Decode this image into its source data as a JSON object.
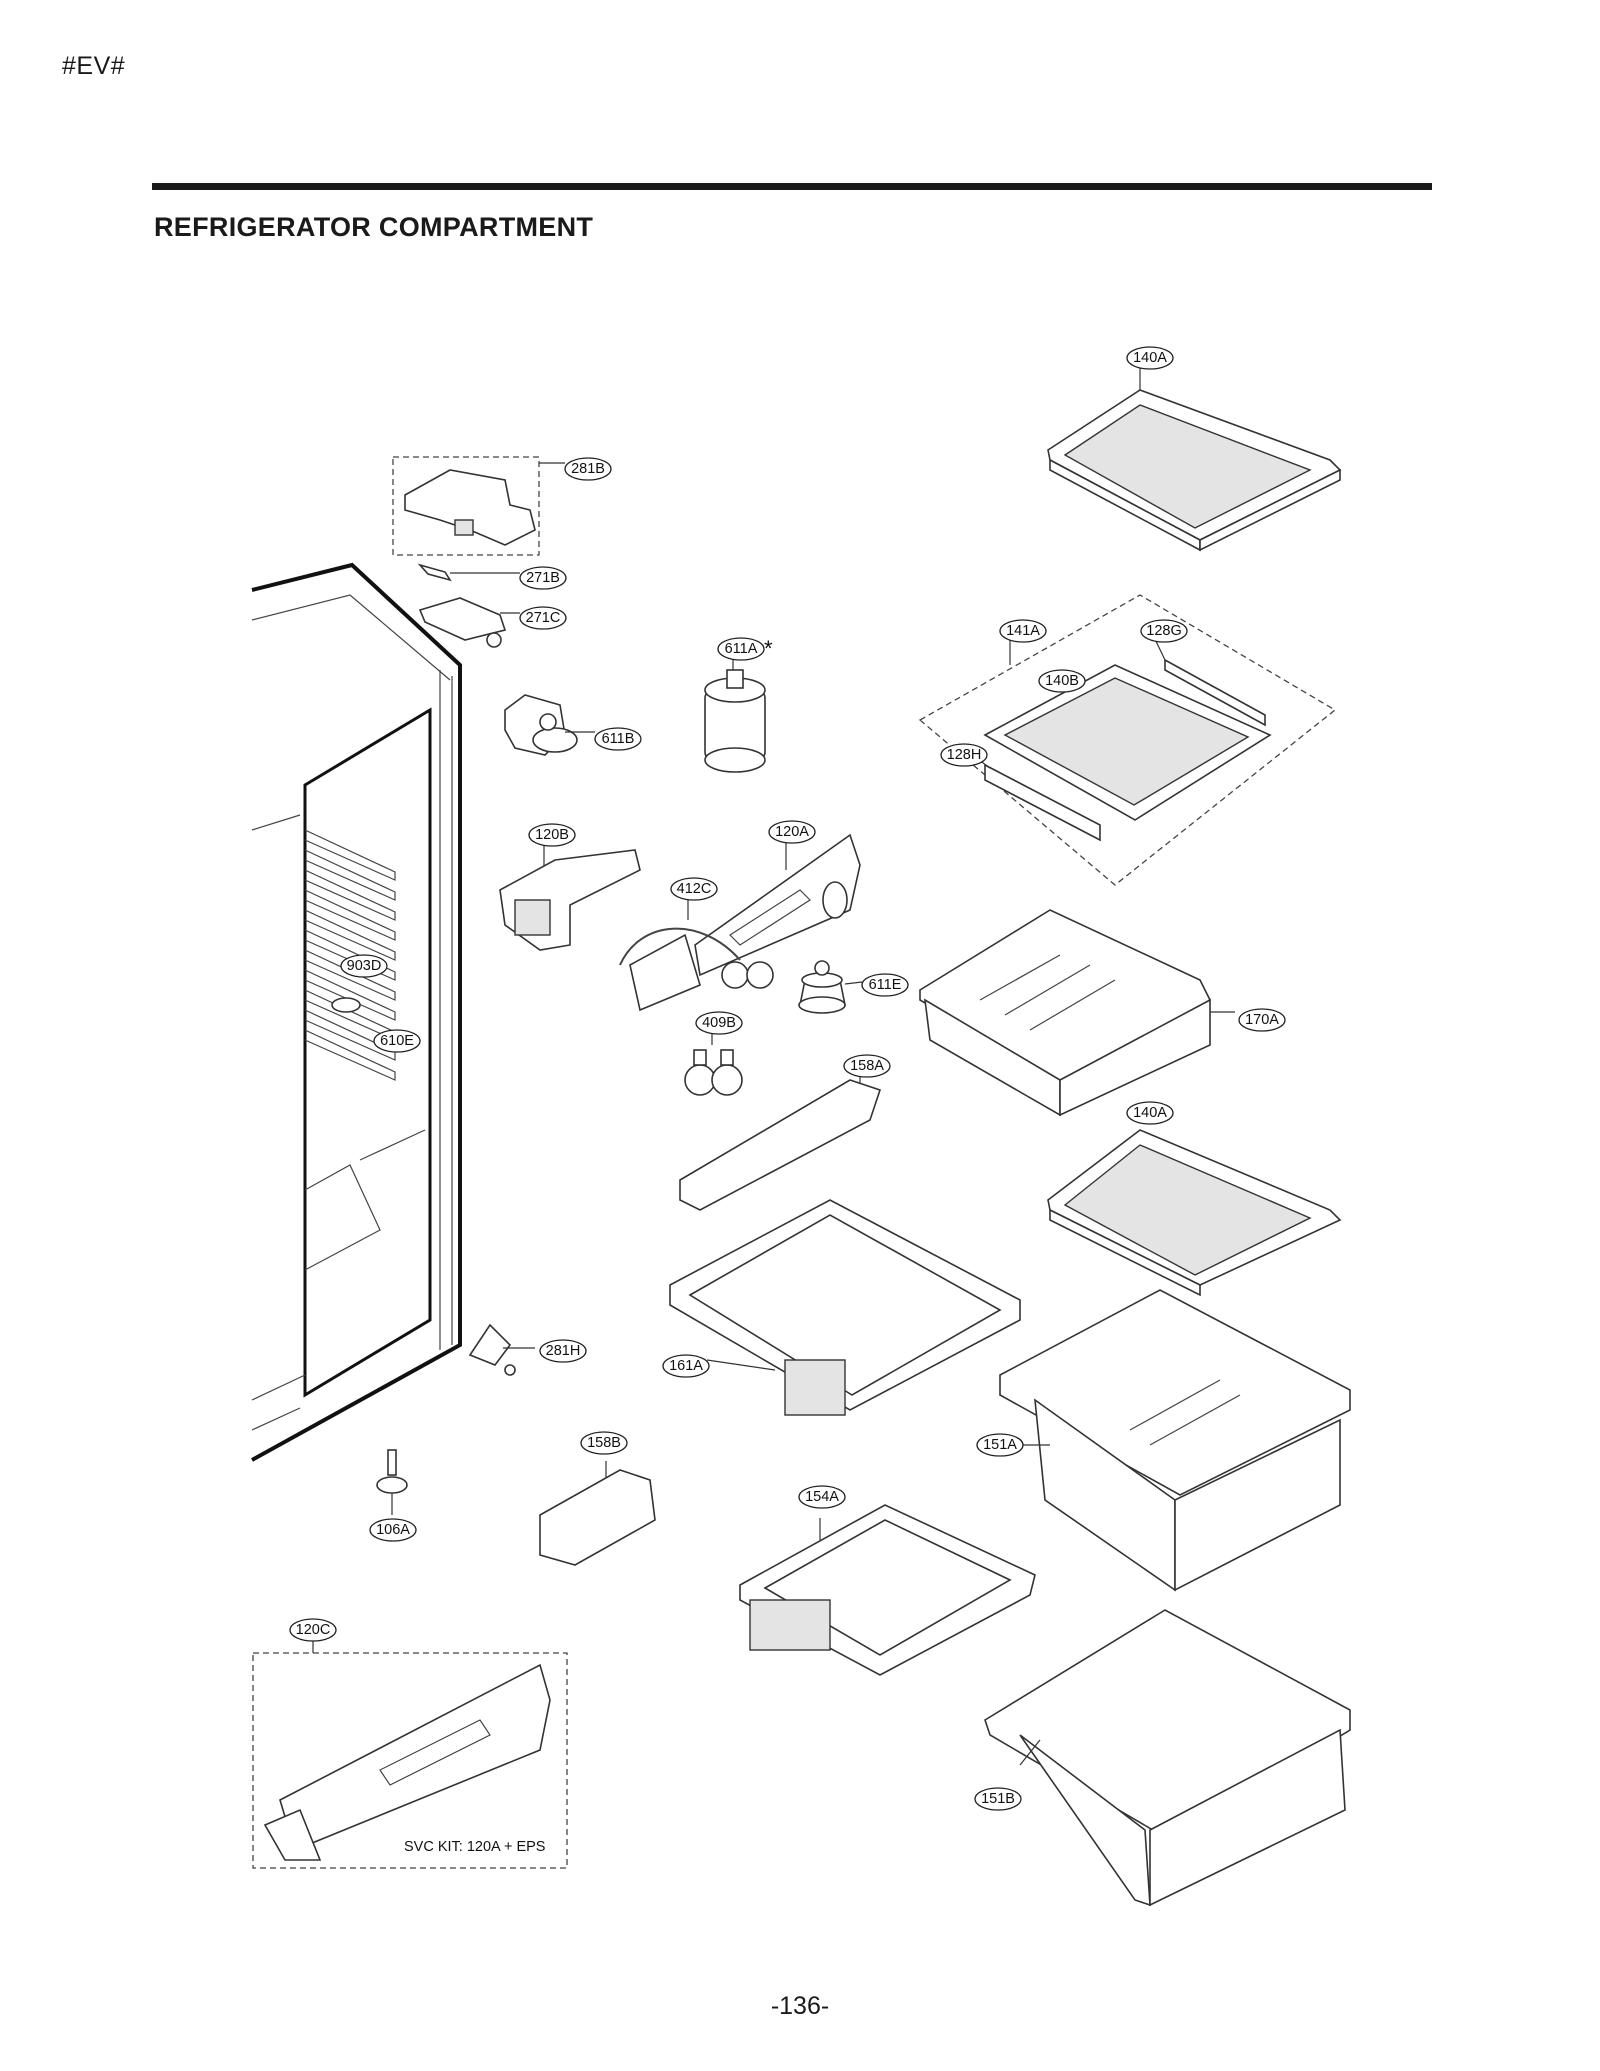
{
  "header_tag": "#EV#",
  "section_title": "REFRIGERATOR COMPARTMENT",
  "page_number": "-136-",
  "svc_kit_note": "SVC KIT: 120A + EPS",
  "asterisk": "*",
  "callouts": [
    {
      "id": "c-140a-top",
      "label": "140A"
    },
    {
      "id": "c-281b",
      "label": "281B"
    },
    {
      "id": "c-271b",
      "label": "271B"
    },
    {
      "id": "c-271c",
      "label": "271C"
    },
    {
      "id": "c-611a",
      "label": "611A"
    },
    {
      "id": "c-141a",
      "label": "141A"
    },
    {
      "id": "c-128g",
      "label": "128G"
    },
    {
      "id": "c-140b",
      "label": "140B"
    },
    {
      "id": "c-611b",
      "label": "611B"
    },
    {
      "id": "c-128h",
      "label": "128H"
    },
    {
      "id": "c-120b",
      "label": "120B"
    },
    {
      "id": "c-120a",
      "label": "120A"
    },
    {
      "id": "c-412c",
      "label": "412C"
    },
    {
      "id": "c-903d",
      "label": "903D"
    },
    {
      "id": "c-611e",
      "label": "611E"
    },
    {
      "id": "c-170a",
      "label": "170A"
    },
    {
      "id": "c-409b",
      "label": "409B"
    },
    {
      "id": "c-610e",
      "label": "610E"
    },
    {
      "id": "c-158a",
      "label": "158A"
    },
    {
      "id": "c-140a-mid",
      "label": "140A"
    },
    {
      "id": "c-281h",
      "label": "281H"
    },
    {
      "id": "c-161a",
      "label": "161A"
    },
    {
      "id": "c-158b",
      "label": "158B"
    },
    {
      "id": "c-151a",
      "label": "151A"
    },
    {
      "id": "c-154a",
      "label": "154A"
    },
    {
      "id": "c-106a",
      "label": "106A"
    },
    {
      "id": "c-120c",
      "label": "120C"
    },
    {
      "id": "c-151b",
      "label": "151B"
    }
  ]
}
